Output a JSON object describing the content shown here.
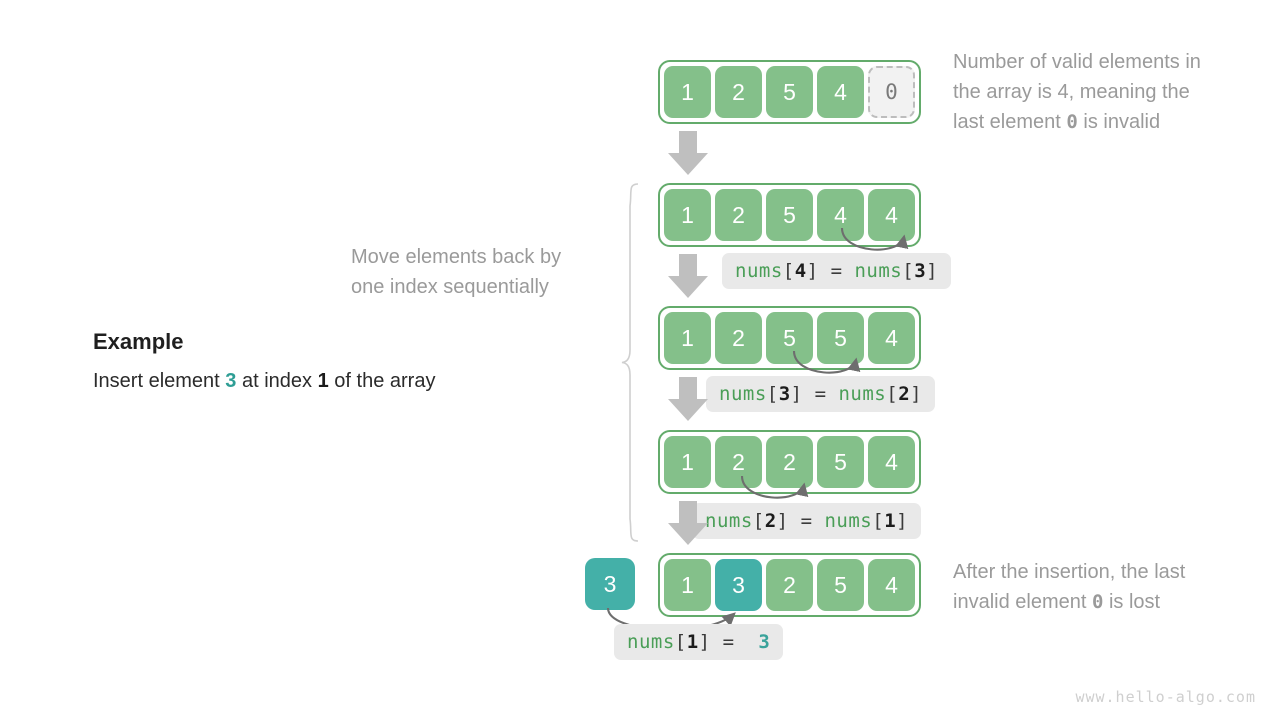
{
  "meta": {
    "watermark": "www.hello-algo.com",
    "colors": {
      "green_cell": "#84c08a",
      "green_border": "#63ab6b",
      "teal_cell": "#44b0a8",
      "invalid_fill": "#f2f2f2",
      "invalid_border": "#bdbdbd",
      "arrow_gray": "#bfbfbf",
      "curve_gray": "#6e6e6e",
      "note_gray": "#9a9a9a",
      "code_bg": "#e9e9e9",
      "code_name": "#4a9e57"
    }
  },
  "example": {
    "title": "Example",
    "line_prefix": "Insert element ",
    "value": "3",
    "line_middle": " at index ",
    "index": "1",
    "line_suffix": " of the array"
  },
  "notes": {
    "top": {
      "l1": "Number of valid elements in",
      "l2_a": "the array is 4, meaning the",
      "l3_a": "last element ",
      "l3_mono": "0",
      "l3_b": " is invalid"
    },
    "middle": {
      "l1": "Move elements back by",
      "l2": "one index sequentially"
    },
    "bottom": {
      "l1": "After the insertion, the last",
      "l2_a": "invalid element ",
      "l2_mono": "0",
      "l2_b": " is lost"
    }
  },
  "rows": [
    {
      "id": "row-initial",
      "cells": [
        {
          "value": "1",
          "style": "green"
        },
        {
          "value": "2",
          "style": "green"
        },
        {
          "value": "5",
          "style": "green"
        },
        {
          "value": "4",
          "style": "green"
        },
        {
          "value": "0",
          "style": "invalid"
        }
      ]
    },
    {
      "id": "row-shift-4",
      "cells": [
        {
          "value": "1",
          "style": "green"
        },
        {
          "value": "2",
          "style": "green"
        },
        {
          "value": "5",
          "style": "green"
        },
        {
          "value": "4",
          "style": "green"
        },
        {
          "value": "4",
          "style": "green"
        }
      ]
    },
    {
      "id": "row-shift-3",
      "cells": [
        {
          "value": "1",
          "style": "green"
        },
        {
          "value": "2",
          "style": "green"
        },
        {
          "value": "5",
          "style": "green"
        },
        {
          "value": "5",
          "style": "green"
        },
        {
          "value": "4",
          "style": "green"
        }
      ]
    },
    {
      "id": "row-shift-2",
      "cells": [
        {
          "value": "1",
          "style": "green"
        },
        {
          "value": "2",
          "style": "green"
        },
        {
          "value": "2",
          "style": "green"
        },
        {
          "value": "5",
          "style": "green"
        },
        {
          "value": "4",
          "style": "green"
        }
      ]
    },
    {
      "id": "row-final",
      "cells": [
        {
          "value": "1",
          "style": "green"
        },
        {
          "value": "3",
          "style": "teal"
        },
        {
          "value": "2",
          "style": "green"
        },
        {
          "value": "5",
          "style": "green"
        },
        {
          "value": "4",
          "style": "green"
        }
      ]
    }
  ],
  "insert_box": {
    "value": "3"
  },
  "code_labels": [
    {
      "id": "code-1",
      "name": "nums",
      "index": "4",
      "eq": "=",
      "rhs_name": "nums",
      "rhs_index": "3",
      "rhs_is_value": false
    },
    {
      "id": "code-2",
      "name": "nums",
      "index": "3",
      "eq": "=",
      "rhs_name": "nums",
      "rhs_index": "2",
      "rhs_is_value": false
    },
    {
      "id": "code-3",
      "name": "nums",
      "index": "2",
      "eq": "=",
      "rhs_name": "nums",
      "rhs_index": "1",
      "rhs_is_value": false
    },
    {
      "id": "code-4",
      "name": "nums",
      "index": "1",
      "eq": "=",
      "rhs_value": "3",
      "rhs_is_value": true
    }
  ]
}
